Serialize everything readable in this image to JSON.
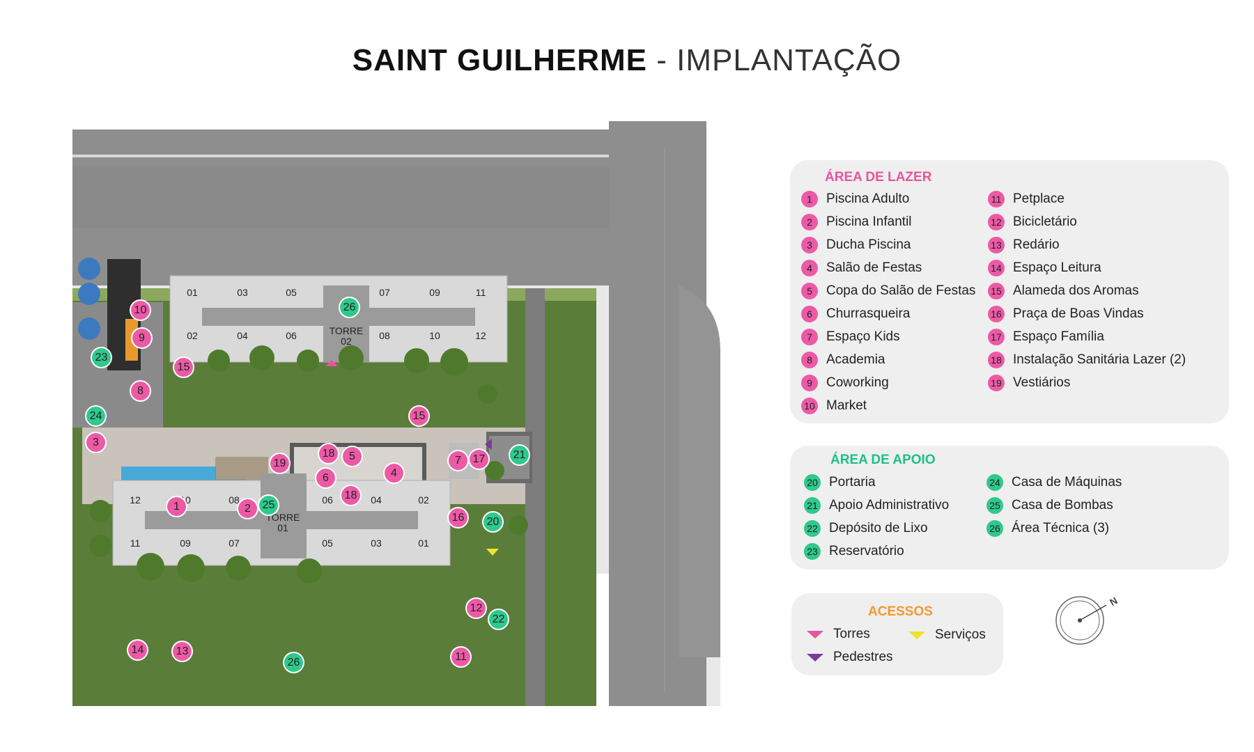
{
  "title": {
    "bold": "SAINT GUILHERME",
    "light": "- IMPLANTAÇÃO"
  },
  "map": {
    "torre02": {
      "label": "TORRE",
      "num": "02",
      "units_top": [
        "01",
        "03",
        "05",
        "07",
        "09",
        "11"
      ],
      "units_bottom": [
        "02",
        "04",
        "06",
        "08",
        "10",
        "12"
      ]
    },
    "torre01": {
      "label": "TORRE",
      "num": "01",
      "units_top": [
        "12",
        "10",
        "08",
        "06",
        "04",
        "02"
      ],
      "units_bottom": [
        "11",
        "09",
        "07",
        "05",
        "03",
        "01"
      ]
    },
    "markers": [
      "1",
      "2",
      "3",
      "4",
      "5",
      "6",
      "7",
      "8",
      "9",
      "10",
      "11",
      "12",
      "13",
      "14",
      "15",
      "15",
      "16",
      "17",
      "18",
      "18",
      "19",
      "20",
      "21",
      "22",
      "23",
      "24",
      "25",
      "26",
      "26"
    ]
  },
  "legend": {
    "lazer": {
      "title": "ÁREA DE LAZER",
      "items": [
        {
          "n": "1",
          "t": "Piscina Adulto"
        },
        {
          "n": "2",
          "t": "Piscina Infantil"
        },
        {
          "n": "3",
          "t": "Ducha Piscina"
        },
        {
          "n": "4",
          "t": "Salão de Festas"
        },
        {
          "n": "5",
          "t": "Copa do Salão de Festas"
        },
        {
          "n": "6",
          "t": "Churrasqueira"
        },
        {
          "n": "7",
          "t": "Espaço Kids"
        },
        {
          "n": "8",
          "t": "Academia"
        },
        {
          "n": "9",
          "t": "Coworking"
        },
        {
          "n": "10",
          "t": "Market"
        },
        {
          "n": "11",
          "t": "Petplace"
        },
        {
          "n": "12",
          "t": "Bicicletário"
        },
        {
          "n": "13",
          "t": "Redário"
        },
        {
          "n": "14",
          "t": "Espaço Leitura"
        },
        {
          "n": "15",
          "t": "Alameda dos Aromas"
        },
        {
          "n": "16",
          "t": "Praça de Boas Vindas"
        },
        {
          "n": "17",
          "t": "Espaço Família"
        },
        {
          "n": "18",
          "t": "Instalação Sanitária Lazer (2)"
        },
        {
          "n": "19",
          "t": "Vestiários"
        }
      ]
    },
    "apoio": {
      "title": "ÁREA DE APOIO",
      "items": [
        {
          "n": "20",
          "t": "Portaria"
        },
        {
          "n": "21",
          "t": "Apoio Administrativo"
        },
        {
          "n": "22",
          "t": "Depósito de Lixo"
        },
        {
          "n": "23",
          "t": "Reservatório"
        },
        {
          "n": "24",
          "t": "Casa de Máquinas"
        },
        {
          "n": "25",
          "t": "Casa de Bombas"
        },
        {
          "n": "26",
          "t": "Área Técnica (3)"
        }
      ]
    },
    "acessos": {
      "title": "ACESSOS",
      "items": [
        {
          "t": "Torres",
          "color": "#e8549f"
        },
        {
          "t": "Serviços",
          "color": "#f1e12c"
        },
        {
          "t": "Pedestres",
          "color": "#7a3b9c"
        }
      ]
    }
  },
  "compass": {
    "label": "N"
  },
  "colors": {
    "pink": "#ec5aa6",
    "green": "#2ec98c",
    "orange": "#f29a2b",
    "road": "#8b8b8b"
  }
}
